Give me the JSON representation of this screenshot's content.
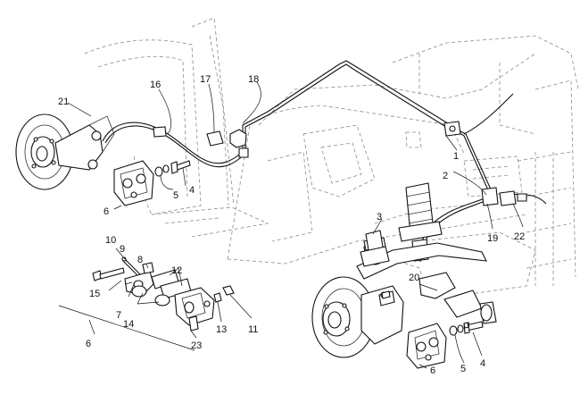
{
  "diagram": {
    "callouts": {
      "c1": "1",
      "c2": "2",
      "c3": "3",
      "c4a": "4",
      "c4b": "4",
      "c5a": "5",
      "c5b": "5",
      "c6a": "6",
      "c6b": "6",
      "c6c": "6",
      "c7": "7",
      "c8": "8",
      "c9": "9",
      "c10": "10",
      "c11": "11",
      "c12": "12",
      "c13": "13",
      "c14": "14",
      "c15": "15",
      "c16": "16",
      "c17": "17",
      "c18": "18",
      "c19": "19",
      "c20": "20",
      "c21": "21",
      "c22": "22",
      "c23": "23"
    }
  }
}
